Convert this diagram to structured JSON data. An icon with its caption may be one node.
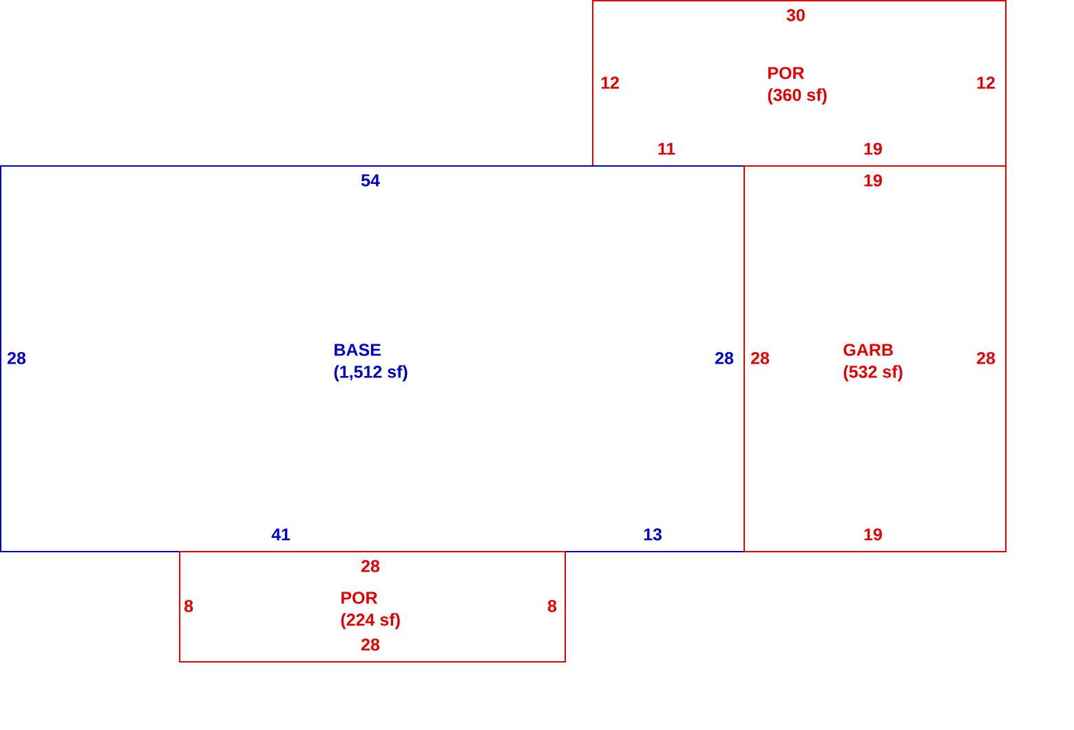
{
  "diagram": {
    "nodes": [
      {
        "text": [
          "POR",
          "(360 sf)",
          "30",
          "12",
          "12",
          "11",
          "19"
        ]
      },
      {
        "text": [
          "BASE",
          "(1,512 sf)",
          "54",
          "28",
          "28",
          "41",
          "13"
        ]
      },
      {
        "text": [
          "GARB",
          "(532 sf)",
          "19",
          "28",
          "28",
          "19"
        ]
      },
      {
        "text": [
          "POR",
          "(224 sf)",
          "28",
          "8",
          "8",
          "28"
        ]
      }
    ]
  }
}
